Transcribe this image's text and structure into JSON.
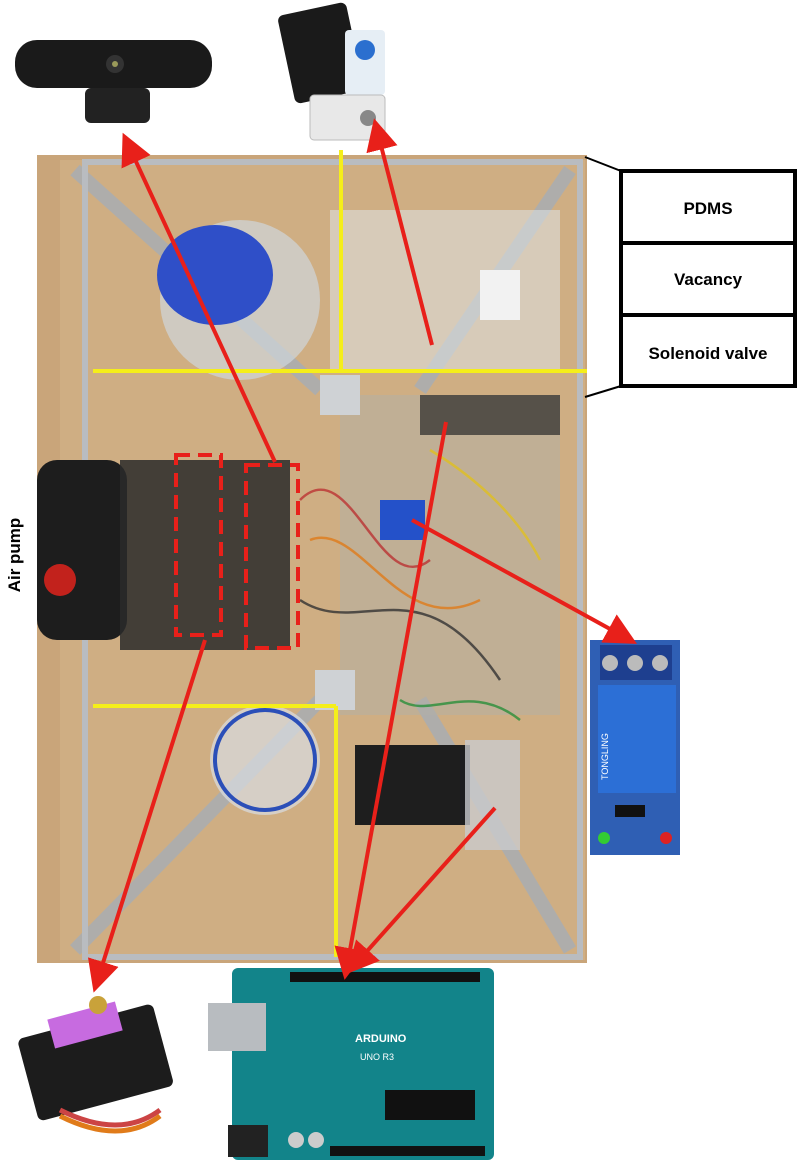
{
  "legend_table": {
    "rows": [
      "PDMS",
      "Vacancy",
      "Solenoid valve"
    ]
  },
  "side_label": "Air pump",
  "component_lettering": {
    "arduino": "ARDUINO",
    "arduino_model": "UNO R3",
    "relay": "TONGLING"
  },
  "colors": {
    "arrow": "#e8201a",
    "divider": "#f5ee1a",
    "wood": "#c9a57a",
    "highlight_box": "#e8201a"
  }
}
